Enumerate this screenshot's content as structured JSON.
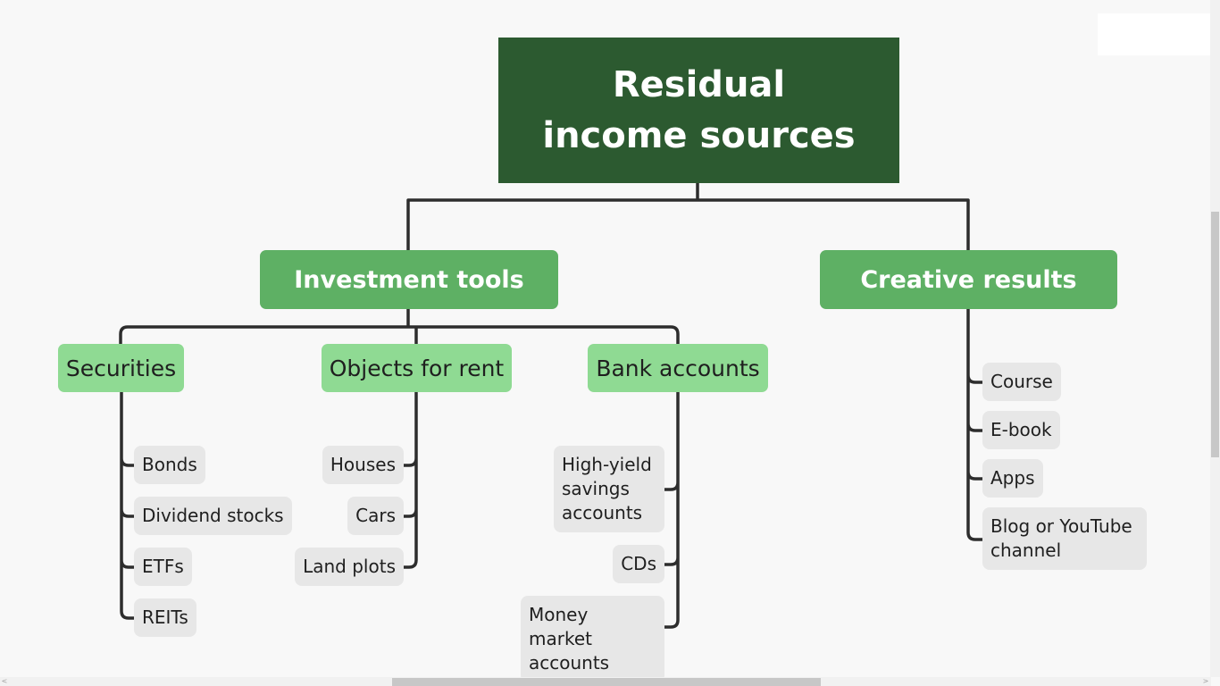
{
  "colors": {
    "root_bg": "#2c5a30",
    "category_bg": "#5eb064",
    "subcategory_bg": "#8fda93",
    "leaf_bg": "#e7e7e7",
    "connector": "#2d2d2d",
    "background": "#f8f8f8"
  },
  "root": {
    "label": "Residual income sources"
  },
  "investment": {
    "label": "Investment tools",
    "securities": {
      "label": "Securities",
      "items": [
        "Bonds",
        "Dividend stocks",
        "ETFs",
        "REITs"
      ]
    },
    "rent": {
      "label": "Objects for rent",
      "items": [
        "Houses",
        "Cars",
        "Land plots"
      ]
    },
    "bank": {
      "label": "Bank accounts",
      "items": [
        "High-yield savings accounts",
        "CDs",
        "Money market accounts"
      ]
    }
  },
  "creative": {
    "label": "Creative results",
    "items": [
      "Course",
      "E-book",
      "Apps",
      "Blog or YouTube channel"
    ]
  },
  "scroll": {
    "left_arrow": "<",
    "right_arrow": ">"
  }
}
